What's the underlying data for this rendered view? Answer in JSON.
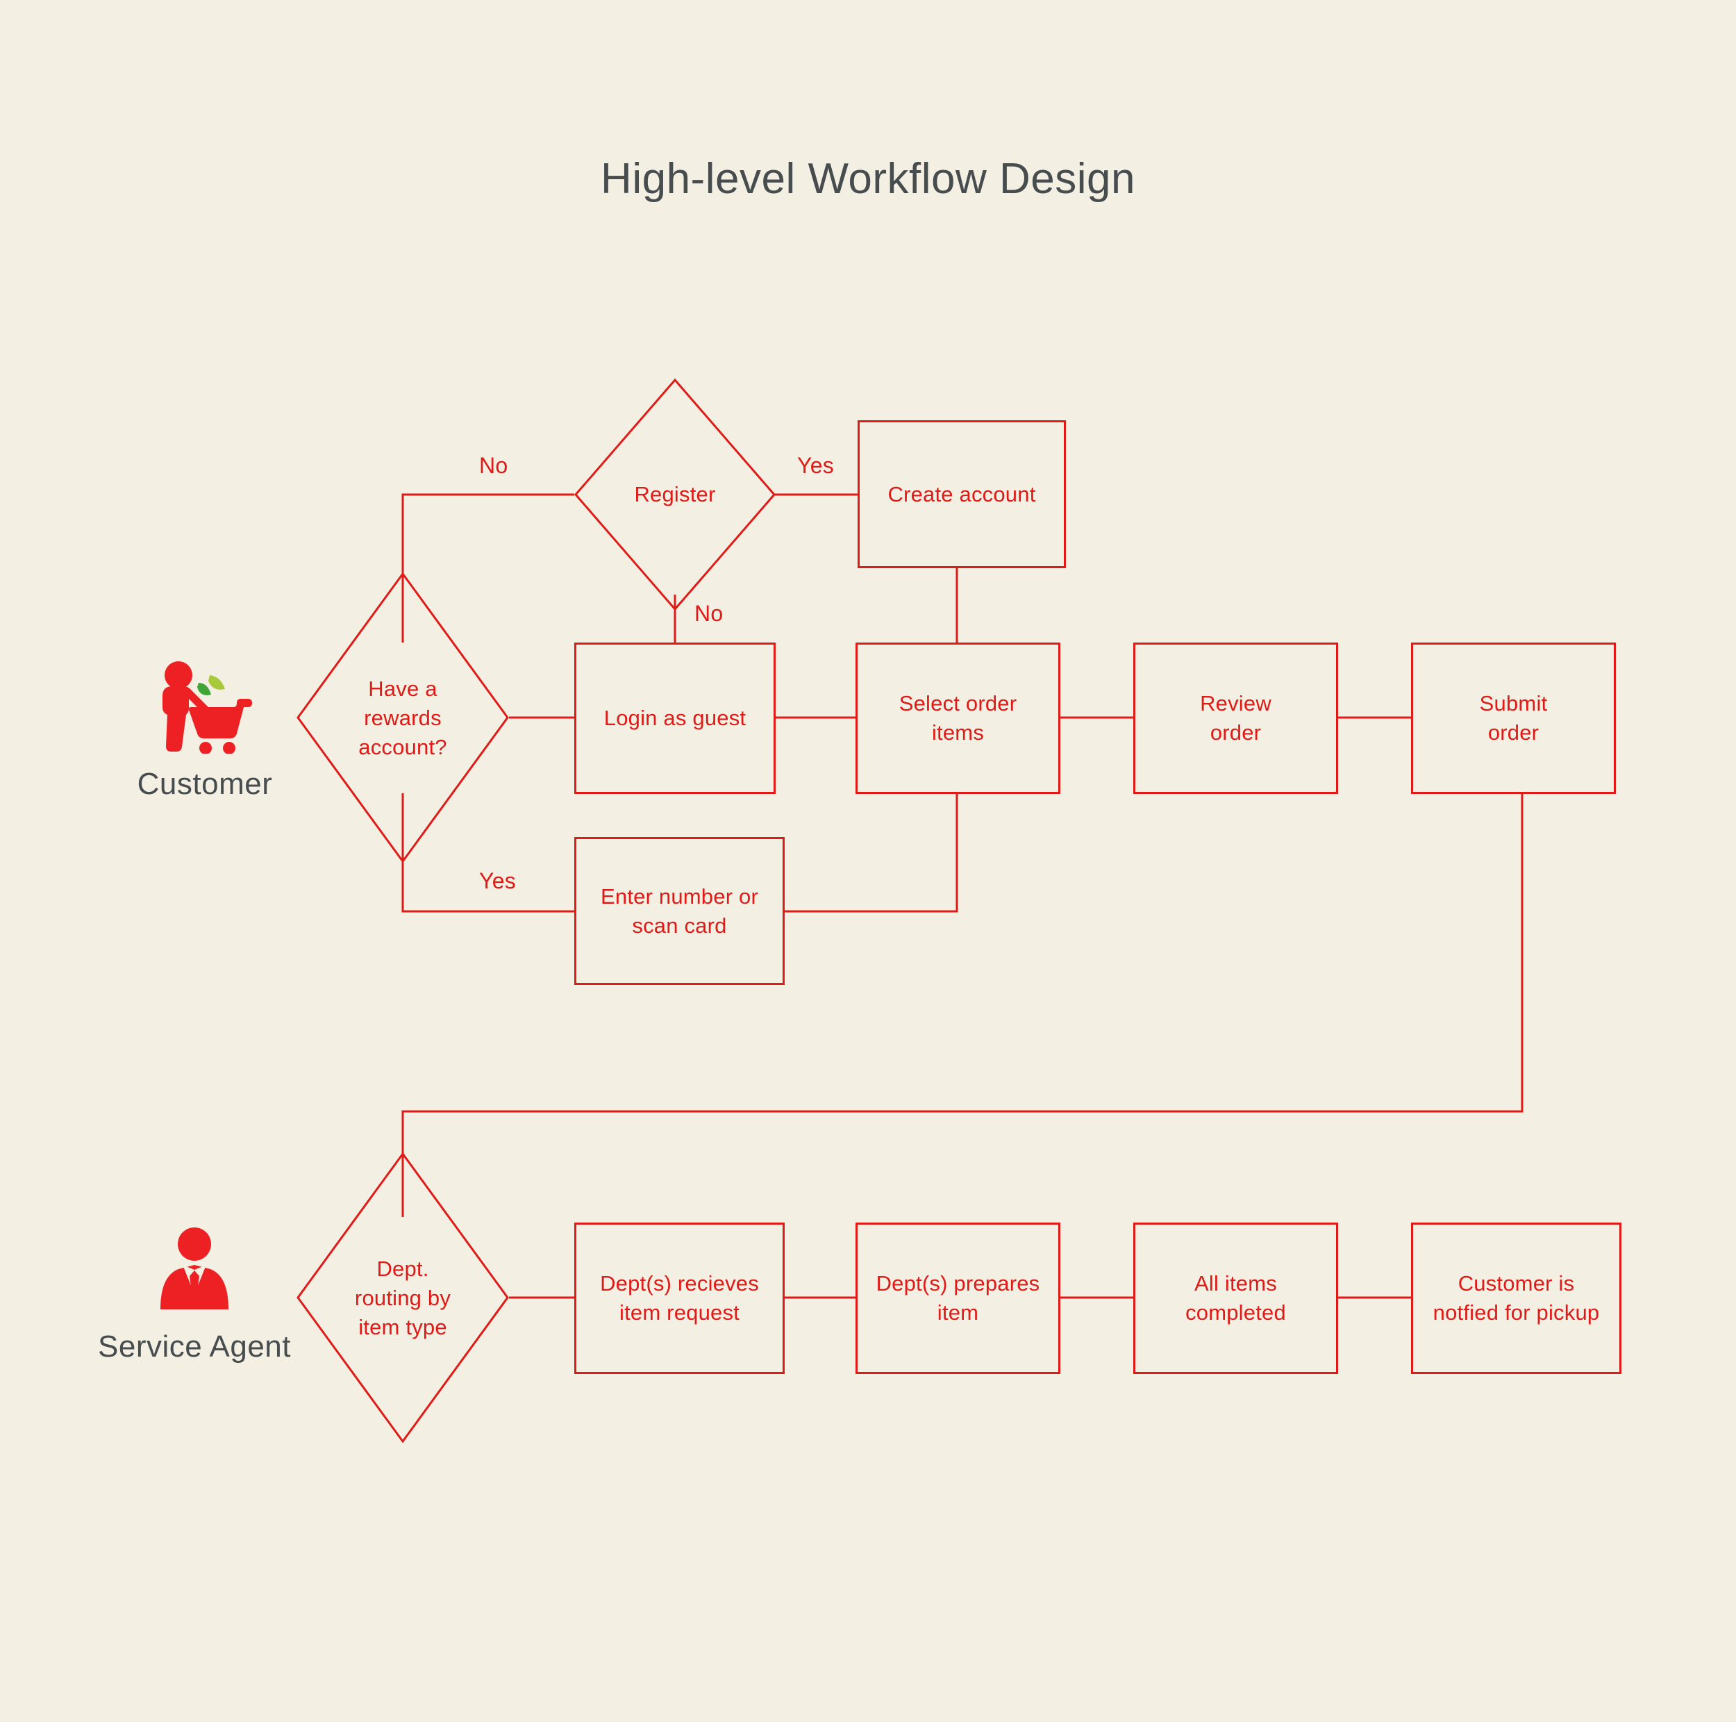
{
  "page": {
    "title": "High-level Workflow Design",
    "background_color": "#f3efe3",
    "accent_color": "#e01b17",
    "title_color": "#474c4f",
    "leaf_green_dark": "#3fa535",
    "leaf_green_light": "#a7c93a"
  },
  "actors": [
    {
      "id": "customer",
      "label": "Customer",
      "icon": "shopper-with-cart-icon"
    },
    {
      "id": "service-agent",
      "label": "Service Agent",
      "icon": "business-person-icon"
    }
  ],
  "chart_data": {
    "type": "diagram",
    "title": "High-level Workflow Design",
    "diagram_kind": "flowchart",
    "lanes": [
      "Customer",
      "Service Agent"
    ],
    "nodes": [
      {
        "id": "register",
        "shape": "diamond",
        "lane": "Customer",
        "label": "Register"
      },
      {
        "id": "create-account",
        "shape": "rectangle",
        "lane": "Customer",
        "label": "Create account"
      },
      {
        "id": "rewards",
        "shape": "diamond",
        "lane": "Customer",
        "label": "Have a\nrewards\naccount?"
      },
      {
        "id": "login-guest",
        "shape": "rectangle",
        "lane": "Customer",
        "label": "Login as guest"
      },
      {
        "id": "enter-number",
        "shape": "rectangle",
        "lane": "Customer",
        "label": "Enter number or\nscan card"
      },
      {
        "id": "select-items",
        "shape": "rectangle",
        "lane": "Customer",
        "label": "Select order\nitems"
      },
      {
        "id": "review-order",
        "shape": "rectangle",
        "lane": "Customer",
        "label": "Review\norder"
      },
      {
        "id": "submit-order",
        "shape": "rectangle",
        "lane": "Customer",
        "label": "Submit\norder"
      },
      {
        "id": "dept-routing",
        "shape": "diamond",
        "lane": "Service Agent",
        "label": "Dept.\nrouting by\nitem type"
      },
      {
        "id": "dept-receives",
        "shape": "rectangle",
        "lane": "Service Agent",
        "label": "Dept(s) recieves\nitem request"
      },
      {
        "id": "dept-prepares",
        "shape": "rectangle",
        "lane": "Service Agent",
        "label": "Dept(s) prepares\nitem"
      },
      {
        "id": "all-completed",
        "shape": "rectangle",
        "lane": "Service Agent",
        "label": "All items\ncompleted"
      },
      {
        "id": "customer-notified",
        "shape": "rectangle",
        "lane": "Service Agent",
        "label": "Customer is\nnotfied for pickup"
      }
    ],
    "edges": [
      {
        "from": "register",
        "to": "rewards",
        "label": "No"
      },
      {
        "from": "register",
        "to": "create-account",
        "label": "Yes"
      },
      {
        "from": "register",
        "to": "login-guest",
        "label": "No"
      },
      {
        "from": "create-account",
        "to": "select-items",
        "label": ""
      },
      {
        "from": "rewards",
        "to": "login-guest",
        "label": ""
      },
      {
        "from": "rewards",
        "to": "enter-number",
        "label": "Yes"
      },
      {
        "from": "login-guest",
        "to": "select-items",
        "label": ""
      },
      {
        "from": "enter-number",
        "to": "select-items",
        "label": ""
      },
      {
        "from": "select-items",
        "to": "review-order",
        "label": ""
      },
      {
        "from": "review-order",
        "to": "submit-order",
        "label": ""
      },
      {
        "from": "submit-order",
        "to": "dept-routing",
        "label": ""
      },
      {
        "from": "dept-routing",
        "to": "dept-receives",
        "label": ""
      },
      {
        "from": "dept-receives",
        "to": "dept-prepares",
        "label": ""
      },
      {
        "from": "dept-prepares",
        "to": "all-completed",
        "label": ""
      },
      {
        "from": "all-completed",
        "to": "customer-notified",
        "label": ""
      }
    ],
    "edge_labels": [
      {
        "id": "no-register-left",
        "text": "No"
      },
      {
        "id": "yes-create",
        "text": "Yes"
      },
      {
        "id": "no-guest",
        "text": "No"
      },
      {
        "id": "yes-rewards",
        "text": "Yes"
      }
    ]
  },
  "nodes": {
    "register": "Register",
    "create_account": "Create account",
    "rewards": "Have a\nrewards\naccount?",
    "login_guest": "Login as guest",
    "enter_number": "Enter number or\nscan card",
    "select_items": "Select order\nitems",
    "review_order": "Review\norder",
    "submit_order": "Submit\norder",
    "dept_routing": "Dept.\nrouting by\nitem type",
    "dept_receives": "Dept(s) recieves\nitem request",
    "dept_prepares": "Dept(s) prepares\nitem",
    "all_completed": "All items\ncompleted",
    "customer_notified": "Customer is\nnotfied for pickup"
  },
  "labels": {
    "no_register_left": "No",
    "yes_create": "Yes",
    "no_guest": "No",
    "yes_rewards": "Yes"
  }
}
